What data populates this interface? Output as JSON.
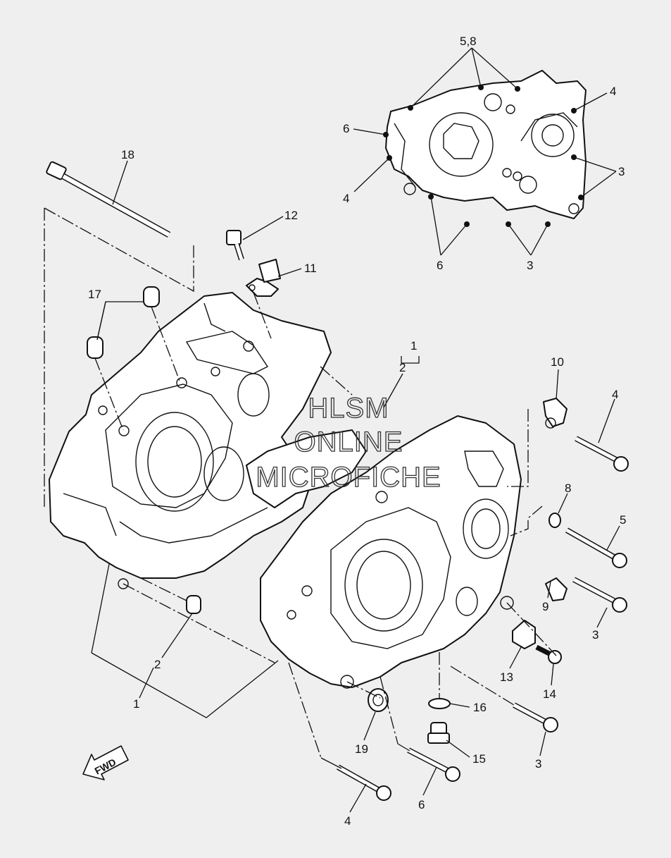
{
  "watermark": [
    "HLSM",
    "ONLINE",
    "MICROFICHE"
  ],
  "fwd_label": "FWD",
  "callouts": [
    "5,8",
    "4",
    "6",
    "3",
    "4",
    "6",
    "3",
    "18",
    "12",
    "11",
    "17",
    "1",
    "2",
    "10",
    "4",
    "8",
    "5",
    "9",
    "3",
    "13",
    "14",
    "16",
    "3",
    "15",
    "19",
    "6",
    "4",
    "2",
    "1"
  ]
}
